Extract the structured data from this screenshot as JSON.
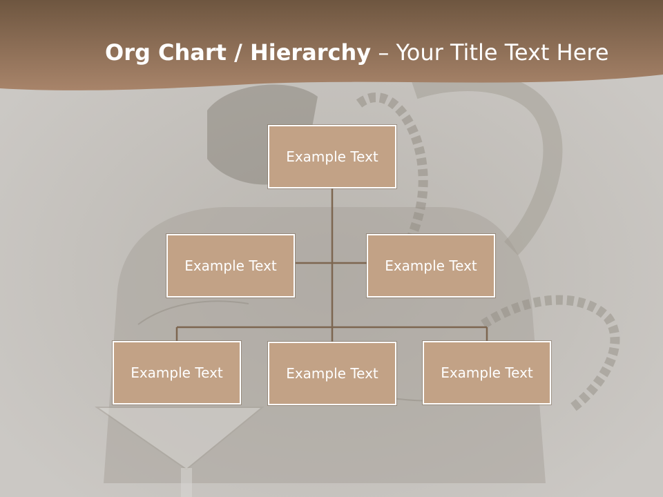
{
  "slide": {
    "title_bold": "Org Chart / Hierarchy",
    "title_separator": " – ",
    "title_rest": "Your Title Text Here"
  },
  "colors": {
    "header_dark": "#6e5640",
    "header_light": "#a8846a",
    "node_fill": "#c2a286",
    "node_border": "#ffffff",
    "connector": "#7d6650",
    "background": "#c9c6c2"
  },
  "org_chart": {
    "root": {
      "label": "Example Text"
    },
    "assistants": [
      {
        "label": "Example Text"
      },
      {
        "label": "Example Text"
      }
    ],
    "subordinates": [
      {
        "label": "Example Text"
      },
      {
        "label": "Example Text"
      },
      {
        "label": "Example Text"
      }
    ]
  }
}
